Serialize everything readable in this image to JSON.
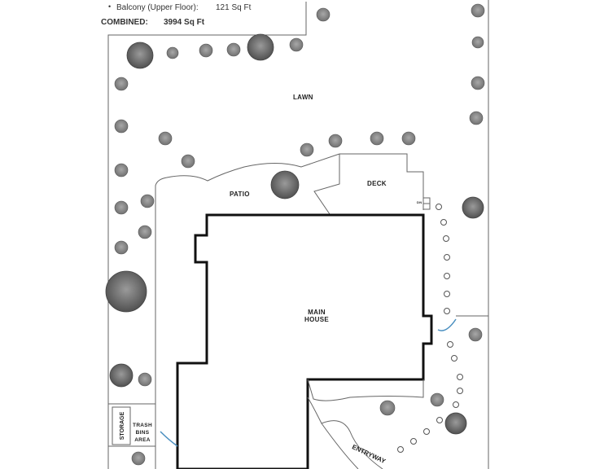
{
  "legend": {
    "balcony_label": "Balcony (Upper Floor):",
    "balcony_value": "121 Sq Ft",
    "combined_label": "COMBINED:",
    "combined_value": "3994 Sq Ft"
  },
  "labels": {
    "lawn": "LAWN",
    "patio": "PATIO",
    "deck": "DECK",
    "main_house_line1": "MAIN",
    "main_house_line2": "HOUSE",
    "storage": "STORAGE",
    "trash_line1": "TRASH",
    "trash_line2": "BINS",
    "trash_line3": "AREA",
    "entryway": "ENTRYWAY",
    "small_tag": "DN"
  },
  "colors": {
    "wall": "#111111",
    "line": "#555555",
    "tree_dark": "#5e5e5e",
    "tree_light": "#8a8a8a",
    "fixture": "#4a8fc0"
  }
}
